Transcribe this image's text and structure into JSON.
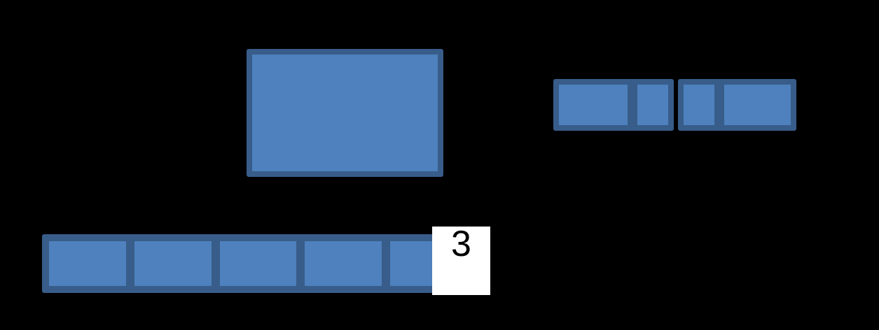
{
  "background": "#000000",
  "colors": {
    "shape_fill": "#4E81BD",
    "shape_border": "#385D8A",
    "label_box_background": "#FFFFFF",
    "label_text_color": "#000000"
  },
  "label_box": {
    "value": "3"
  },
  "shapes": {
    "large_rectangle": {
      "cell_count": 1
    },
    "top_right_strip_left_pair": {
      "cell_count": 2
    },
    "top_right_strip_right_pair": {
      "cell_count": 2
    },
    "bottom_strip": {
      "cell_count": 5
    }
  }
}
